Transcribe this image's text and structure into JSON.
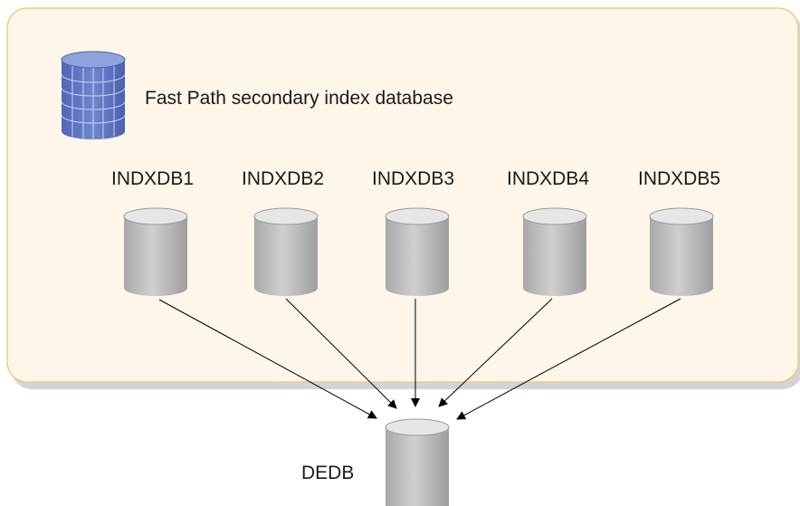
{
  "legend": {
    "label": "Fast Path secondary index database",
    "icon": "blue-grid-database-icon"
  },
  "index_databases": [
    {
      "label": "INDXDB1"
    },
    {
      "label": "INDXDB2"
    },
    {
      "label": "INDXDB3"
    },
    {
      "label": "INDXDB4"
    },
    {
      "label": "INDXDB5"
    }
  ],
  "target": {
    "label": "DEDB"
  },
  "colors": {
    "panel_fill": "#fdf6e9",
    "panel_border": "#f0c98a",
    "panel_shadow": "#cfcfcf",
    "cylinder_body": "#b9b9b9",
    "cylinder_top": "#e6e6e6",
    "legend_body": "#5a72c0",
    "legend_top": "#8ea3de",
    "arrow": "#000000"
  }
}
